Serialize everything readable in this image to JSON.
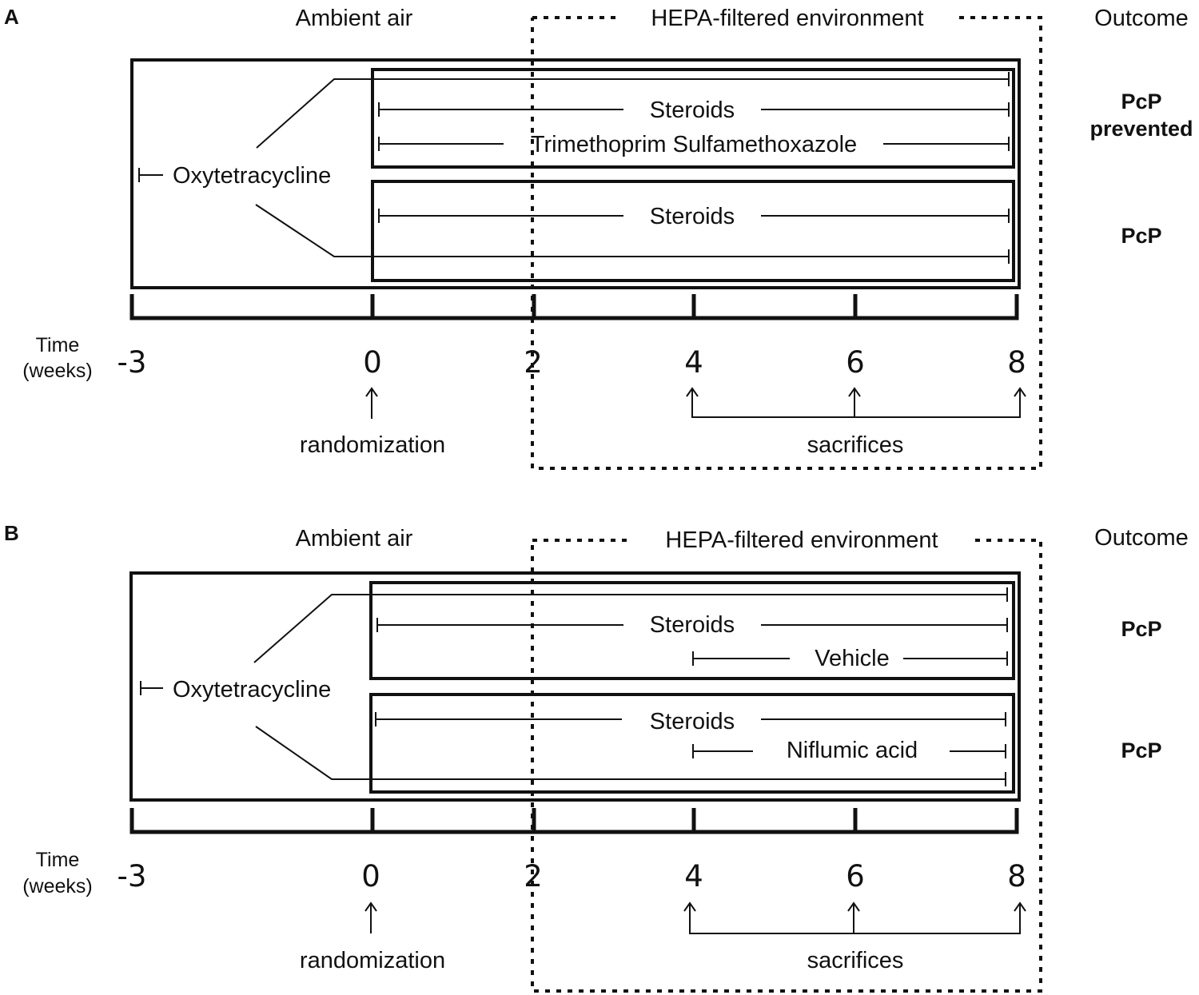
{
  "panels": [
    {
      "label": "A",
      "header": {
        "ambient": "Ambient air",
        "hepa": "HEPA-filtered environment",
        "outcome": "Outcome"
      },
      "pretreatment": "Oxytetracycline",
      "groups": [
        {
          "treatments": [
            "Steroids",
            "Trimethoprim Sulfamethoxazole"
          ],
          "outcome": [
            "PcP",
            "prevented"
          ]
        },
        {
          "treatments": [
            "Steroids"
          ],
          "outcome": [
            "PcP"
          ]
        }
      ],
      "time_label": [
        "Time",
        "(weeks)"
      ],
      "ticks": [
        "-3",
        "0",
        "2",
        "4",
        "6",
        "8"
      ],
      "randomization": "randomization",
      "sacrifices": "sacrifices"
    },
    {
      "label": "B",
      "header": {
        "ambient": "Ambient air",
        "hepa": "HEPA-filtered environment",
        "outcome": "Outcome"
      },
      "pretreatment": "Oxytetracycline",
      "groups": [
        {
          "treatments": [
            "Steroids",
            "Vehicle"
          ],
          "outcome": [
            "PcP"
          ]
        },
        {
          "treatments": [
            "Steroids",
            "Niflumic acid"
          ],
          "outcome": [
            "PcP"
          ]
        }
      ],
      "time_label": [
        "Time",
        "(weeks)"
      ],
      "ticks": [
        "-3",
        "0",
        "2",
        "4",
        "6",
        "8"
      ],
      "randomization": "randomization",
      "sacrifices": "sacrifices"
    }
  ]
}
